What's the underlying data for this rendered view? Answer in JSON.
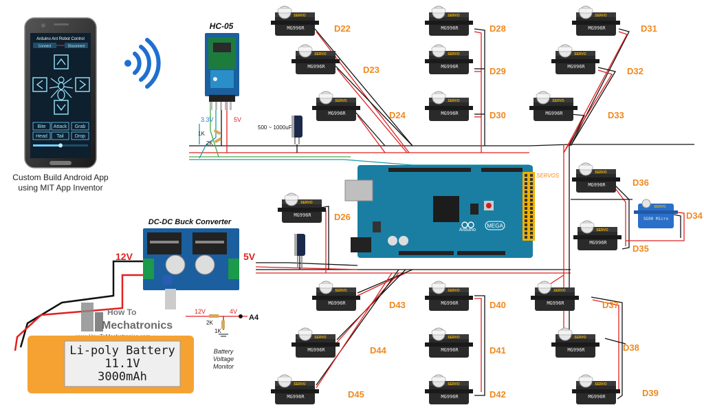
{
  "phone": {
    "app_title": "Arduino Ant Robot Control",
    "connect_label": "Connect",
    "disconnect_label": "Disconnect",
    "buttons": [
      "Bite",
      "Attack",
      "Grab",
      "Head",
      "Tail",
      "Drop"
    ],
    "caption_line1": "Custom Build Android App",
    "caption_line2": "using MIT App Inventor"
  },
  "bluetooth_module": {
    "label": "HC-05",
    "v33_label": "3.3V",
    "v5_label": "5V",
    "r1_label": "1K",
    "r2_label": "2K"
  },
  "capacitor": {
    "label": "500 ~ 1000uF"
  },
  "buck_converter": {
    "label": "DC-DC Buck Converter",
    "input_label": "12V",
    "output_label": "5V"
  },
  "battery": {
    "line1": "Li-poly Battery",
    "line2": "11.1V",
    "line3": "3000mAh"
  },
  "logo": {
    "line1": "How To",
    "line2": "Mechatronics",
    "url": "www.HowToMechatronics.com"
  },
  "voltage_monitor": {
    "v12_label": "12V",
    "v4_label": "4V",
    "pin_label": "A4",
    "r1_label": "2K",
    "r2_label": "1K",
    "caption_line1": "Battery",
    "caption_line2": "Voltage",
    "caption_line3": "Monitor"
  },
  "arduino": {
    "header_label": "SERVOS",
    "board_label": "MEGA",
    "brand": "Arduino"
  },
  "servo_header_text": "SERVO",
  "servo_model_text": "MG996R",
  "micro_servo": {
    "header": "SERVO",
    "model": "SG90 Micro",
    "pin": "D34"
  },
  "servos": [
    {
      "pin": "D22"
    },
    {
      "pin": "D23"
    },
    {
      "pin": "D24"
    },
    {
      "pin": "D28"
    },
    {
      "pin": "D29"
    },
    {
      "pin": "D30"
    },
    {
      "pin": "D31"
    },
    {
      "pin": "D32"
    },
    {
      "pin": "D33"
    },
    {
      "pin": "D36"
    },
    {
      "pin": "D35"
    },
    {
      "pin": "D26"
    },
    {
      "pin": "D43"
    },
    {
      "pin": "D44"
    },
    {
      "pin": "D45"
    },
    {
      "pin": "D40"
    },
    {
      "pin": "D41"
    },
    {
      "pin": "D42"
    },
    {
      "pin": "D37"
    },
    {
      "pin": "D38"
    },
    {
      "pin": "D39"
    }
  ],
  "colors": {
    "wire_red": "#e02020",
    "wire_black": "#111111",
    "arduino_blue": "#1a7ea3",
    "pin_label": "#f0891e",
    "battery_orange": "#f5a233",
    "wifi_blue": "#1f6fd0"
  }
}
